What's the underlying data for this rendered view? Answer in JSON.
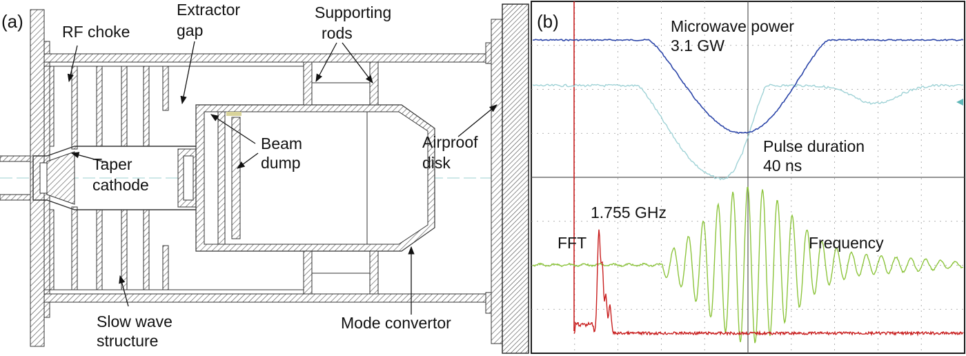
{
  "panels": {
    "a": {
      "tag": "(a)",
      "labels": {
        "rf_choke": "RF choke",
        "extractor_gap_1": "Extractor",
        "extractor_gap_2": "gap",
        "supporting_rods_1": "Supporting",
        "supporting_rods_2": "rods",
        "beam_dump_1": "Beam",
        "beam_dump_2": "dump",
        "airproof_disk_1": "Airproof",
        "airproof_disk_2": "disk",
        "taper_cathode_1": "Taper",
        "taper_cathode_2": "cathode",
        "slow_wave_1": "Slow wave",
        "slow_wave_2": "structure",
        "mode_convertor": "Mode convertor"
      }
    },
    "b": {
      "tag": "(b)",
      "labels": {
        "microwave_power": "Microwave power",
        "power_value": "3.1 GW",
        "pulse_duration": "Pulse duration",
        "pulse_value": "40 ns",
        "fft_peak": "1.755 GHz",
        "fft": "FFT",
        "frequency": "Frequency"
      },
      "colors": {
        "power": "#2a44a8",
        "envelope": "#9fd2d6",
        "frequency": "#8cc43c",
        "fft": "#c81e1e",
        "grid": "#9a9a9a",
        "frame": "#1a1a1a"
      },
      "grid": {
        "columns": 10,
        "rows": 8
      }
    }
  }
}
